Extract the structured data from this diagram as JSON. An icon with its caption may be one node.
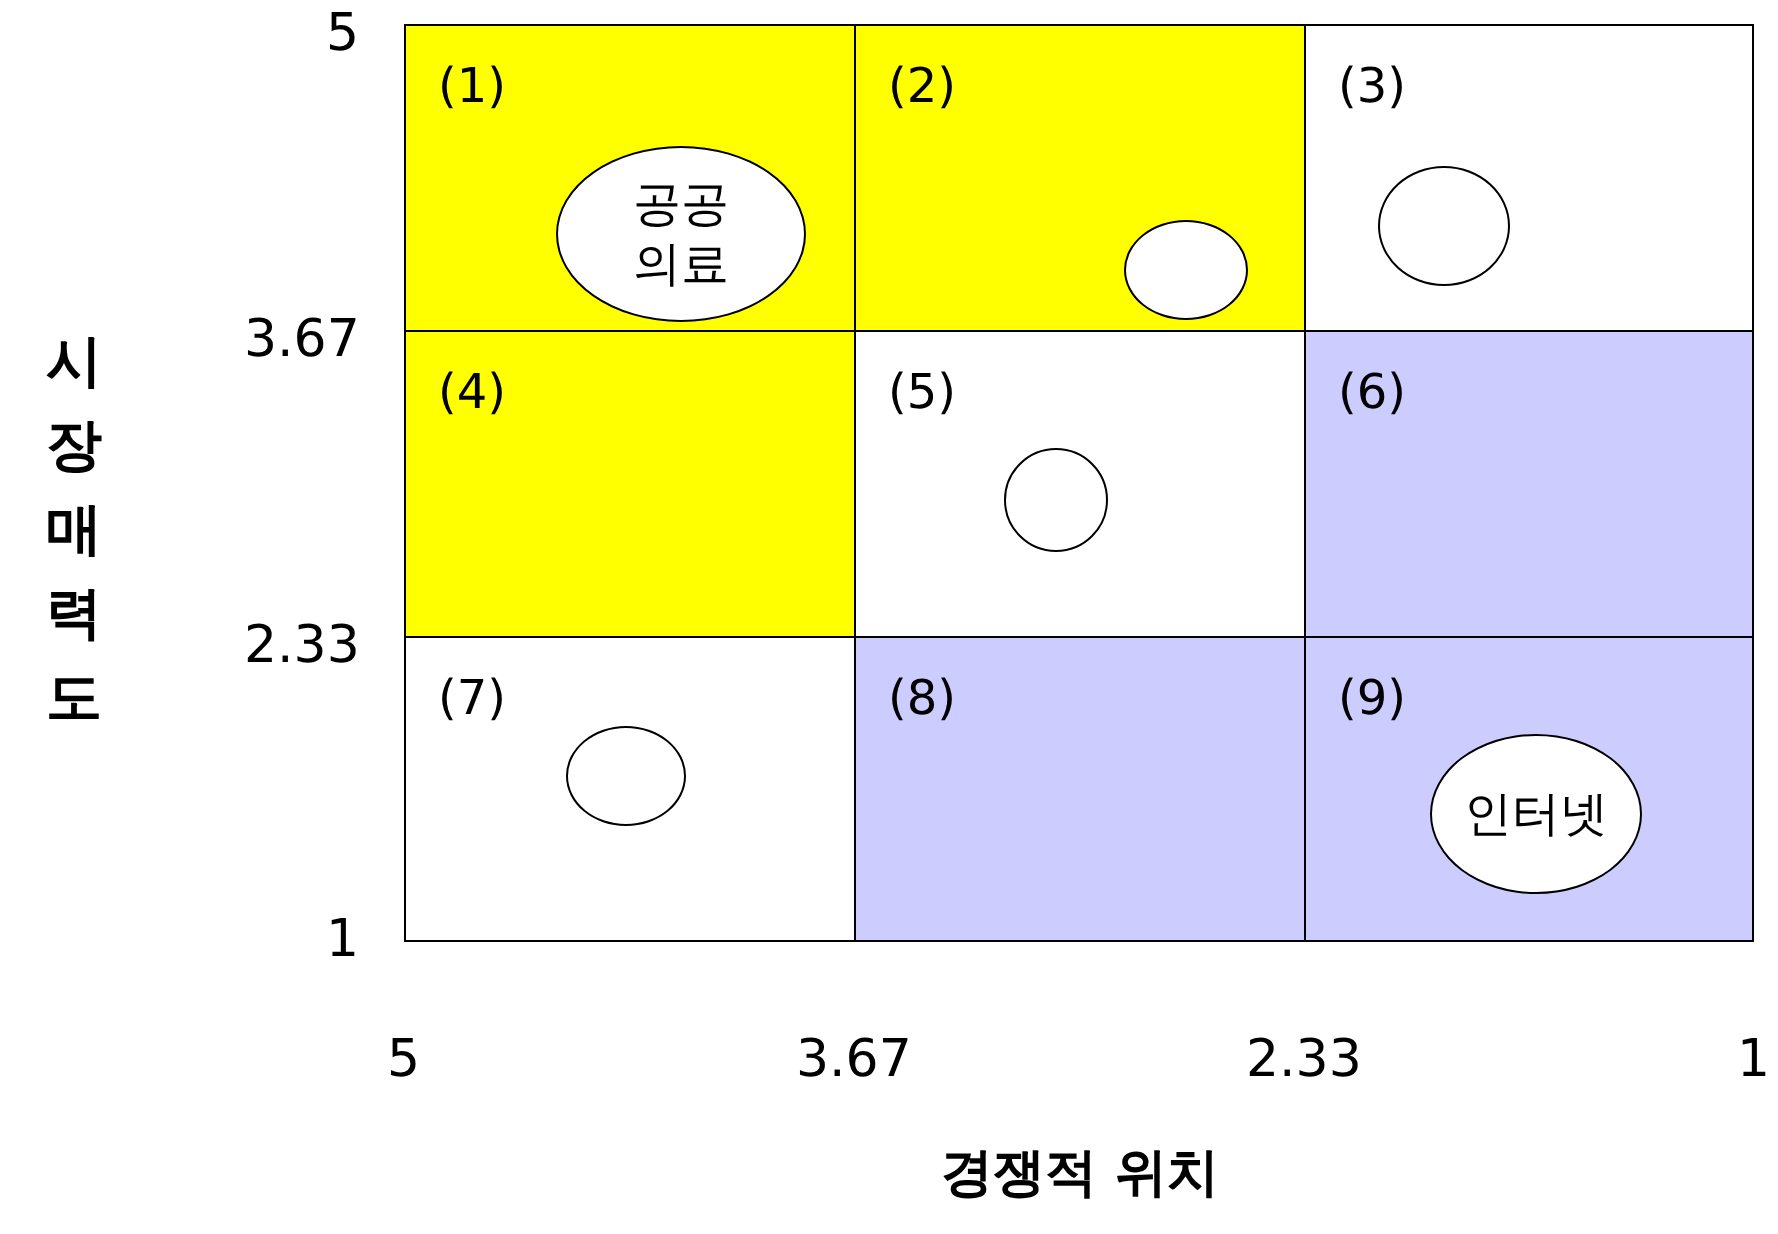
{
  "diagram": {
    "nodes": [
      {
        "text": [
          "(1)"
        ]
      },
      {
        "text": [
          "공공 의료"
        ],
        "in": 0
      },
      {
        "text": [
          "(2)"
        ]
      },
      {
        "text": [],
        "shape": "circle",
        "in": 2
      },
      {
        "text": [
          "(3)"
        ]
      },
      {
        "text": [],
        "shape": "circle",
        "in": 4
      },
      {
        "text": [
          "(4)"
        ]
      },
      {
        "text": [
          "(5)"
        ]
      },
      {
        "text": [],
        "shape": "circle",
        "in": 7
      },
      {
        "text": [
          "(6)"
        ]
      },
      {
        "text": [
          "(7)"
        ]
      },
      {
        "text": [],
        "shape": "circle",
        "in": 10
      },
      {
        "text": [
          "(8)"
        ]
      },
      {
        "text": [
          "(9)"
        ]
      },
      {
        "text": [
          "인터넷"
        ],
        "in": 13
      }
    ],
    "edges": [],
    "labels": [
      "5",
      "3.67",
      "시장 매력도",
      "2.33",
      "1",
      "5",
      "3.67",
      "2.33",
      "1",
      "경쟁적 위치"
    ]
  }
}
